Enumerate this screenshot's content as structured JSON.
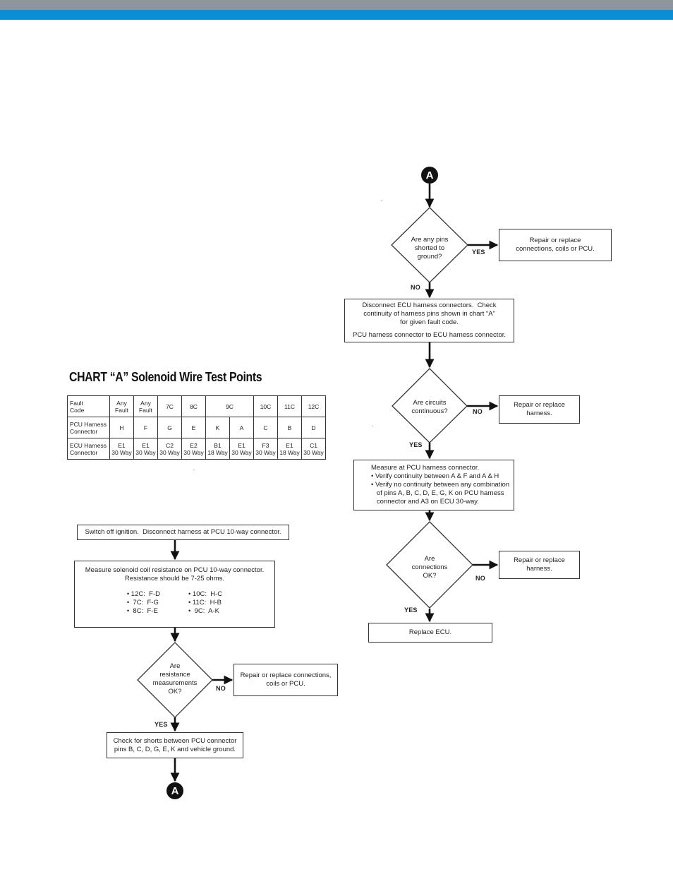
{
  "colors": {
    "top_bar": "#8e959b",
    "accent_bar": "#0a8fd6"
  },
  "connector_label": "A",
  "chart_a": {
    "title": "CHART “A”  Solenoid Wire Test Points",
    "rows": [
      {
        "header": [
          "Fault",
          "Code"
        ],
        "cells": [
          [
            "Any",
            "Fault"
          ],
          [
            "Any",
            "Fault"
          ],
          [
            "7C"
          ],
          [
            "8C"
          ],
          [
            "9C"
          ],
          [
            "10C"
          ],
          [
            "11C"
          ],
          [
            "12C"
          ]
        ]
      },
      {
        "header": [
          "PCU Harness",
          "Connector"
        ],
        "cells": [
          [
            "H"
          ],
          [
            "F"
          ],
          [
            "G"
          ],
          [
            "E"
          ],
          [
            "K"
          ],
          [
            "A"
          ],
          [
            "C"
          ],
          [
            "B"
          ],
          [
            "D"
          ]
        ]
      },
      {
        "header": [
          "ECU Harness",
          "Connector"
        ],
        "cells": [
          [
            "E1",
            "30 Way"
          ],
          [
            "E1",
            "30 Way"
          ],
          [
            "C2",
            "30 Way"
          ],
          [
            "E2",
            "30 Way"
          ],
          [
            "B1",
            "18 Way"
          ],
          [
            "E1",
            "30 Way"
          ],
          [
            "F3",
            "30 Way"
          ],
          [
            "E1",
            "18 Way"
          ],
          [
            "C1",
            "30 Way"
          ]
        ]
      }
    ]
  },
  "left_flow": {
    "step1": [
      "Switch off ignition.  Disconnect harness at PCU 10-way connector."
    ],
    "step2": [
      "Measure solenoid coil resistance on PCU 10-way connector.",
      "Resistance should be 7-25 ohms."
    ],
    "step2_pins_left": [
      "• 12C:  F-D",
      "•  7C:  F-G",
      "•  8C:  F-E"
    ],
    "step2_pins_right": [
      "• 10C:  H-C",
      "• 11C:  H-B",
      "•  9C:  A-K"
    ],
    "decision": [
      "Are",
      "resistance",
      "measurements",
      "OK?"
    ],
    "no_label": "NO",
    "yes_label": "YES",
    "no_box": [
      "Repair or replace connections,",
      "coils or PCU."
    ],
    "step3": [
      "Check for shorts between PCU connector",
      "pins B, C, D, G, E, K and vehicle ground."
    ]
  },
  "right_flow": {
    "decision1": [
      "Are any pins",
      "shorted to",
      "ground?"
    ],
    "yes1_label": "YES",
    "yes1_box": [
      "Repair or replace",
      "connections, coils or PCU."
    ],
    "no1_label": "NO",
    "step1": [
      "Disconnect ECU harness connectors.  Check",
      "continuity of harness pins shown in chart “A”",
      "for given fault code.",
      "",
      "PCU harness connector to ECU harness connector."
    ],
    "decision2": [
      "Are circuits",
      "continuous?"
    ],
    "no2_label": "NO",
    "no2_box": [
      "Repair or replace",
      "harness."
    ],
    "yes2_label": "YES",
    "step2": [
      "Measure at PCU harness connector.",
      "• Verify continuity between A & F and A & H",
      "• Verify no continuity between any combination",
      "   of pins A, B, C, D, E, G, K on PCU harness",
      "   connector and A3 on ECU 30-way."
    ],
    "decision3": [
      "Are",
      "connections",
      "OK?"
    ],
    "no3_label": "NO",
    "no3_box": [
      "Repair or replace",
      "harness."
    ],
    "yes3_label": "YES",
    "final": [
      "Replace ECU."
    ]
  }
}
